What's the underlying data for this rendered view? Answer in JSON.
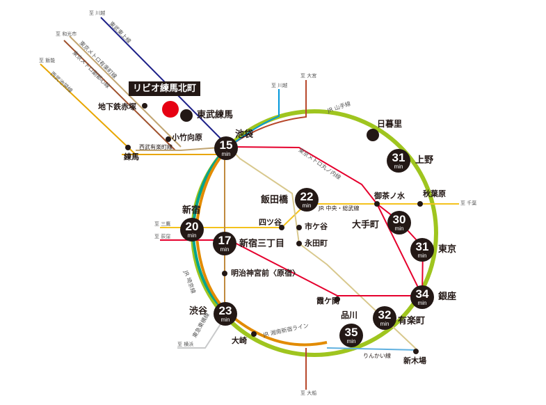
{
  "home": {
    "label": "リビオ練馬北町",
    "marker_color": "#e60012"
  },
  "lines": {
    "yamanote": "JR 山手線",
    "marunouchi": "東京メトロ丸ノ内線",
    "chuo_sobu": "JR 中央・総武線",
    "saikyo": "JR 埼京線",
    "shonan_shinjuku": "JR 湘南新宿ライン",
    "rinkai": "りんかい線",
    "tokyu_toyoko": "東急東横線",
    "tobu_tojo": "東武東上線",
    "fukutoshin": "東京メトロ副都心線",
    "yurakucho": "東京メトロ有楽町線",
    "seibu_ikebukuro": "西武池袋線",
    "seibu_yurakucho": "西武有楽町線"
  },
  "terminus": {
    "kawagoe_tobu": "至 川越",
    "wakoshi": "至 和光市",
    "hanno": "至 飯能",
    "kawagoe_jr": "至 川越",
    "omiya": "至 大宮",
    "chiba": "至 千葉",
    "mitaka": "至 三鷹",
    "ogikubo": "至 荻窪",
    "yokohama": "至 横浜",
    "ofuna": "至 大船"
  },
  "stations": {
    "tobu_nerima": "東武練馬",
    "chikatetsu_akatsuka": "地下鉄赤塚",
    "kotake_mukaihara": "小竹向原",
    "nerima": "練馬",
    "ikebukuro": "池袋",
    "nippori": "日暮里",
    "ueno": "上野",
    "iidabashi": "飯田橋",
    "ochanomizu": "御茶ノ水",
    "akihabara": "秋葉原",
    "otemachi": "大手町",
    "tokyo": "東京",
    "ginza": "銀座",
    "yurakucho": "有楽町",
    "shinagawa": "品川",
    "kasumigaseki": "霞ケ関",
    "shinkiba": "新木場",
    "shinjuku": "新宿",
    "yotsuya": "四ツ谷",
    "ichigaya": "市ケ谷",
    "nagatacho": "永田町",
    "shinjuku_sanchome": "新宿三丁目",
    "meiji_jingumae": "明治神宮前〈原宿〉",
    "shibuya": "渋谷",
    "osaki": "大崎"
  },
  "times": {
    "ikebukuro": "15",
    "ueno": "31",
    "iidabashi": "22",
    "otemachi": "30",
    "tokyo": "31",
    "ginza": "34",
    "yurakucho": "32",
    "shinagawa": "35",
    "shinjuku": "20",
    "shinjuku_sanchome": "17",
    "shibuya": "23"
  },
  "unit": "min",
  "colors": {
    "yamanote": "#9fc51f",
    "saikyo": "#00a38d",
    "shonan": "#e28b00",
    "chuo": "#f4c21c",
    "marunouchi": "#e5002d",
    "yurakucho_line": "#c1a470",
    "fukutoshin": "#a0522d",
    "tobu": "#1d2088",
    "seibu": "#e8a600",
    "tokyu": "#c8c9ca",
    "rinkai": "#00a0e9",
    "kawagoe_line": "#0097db",
    "tokaido": "#b7472a",
    "badge": "#231815"
  }
}
